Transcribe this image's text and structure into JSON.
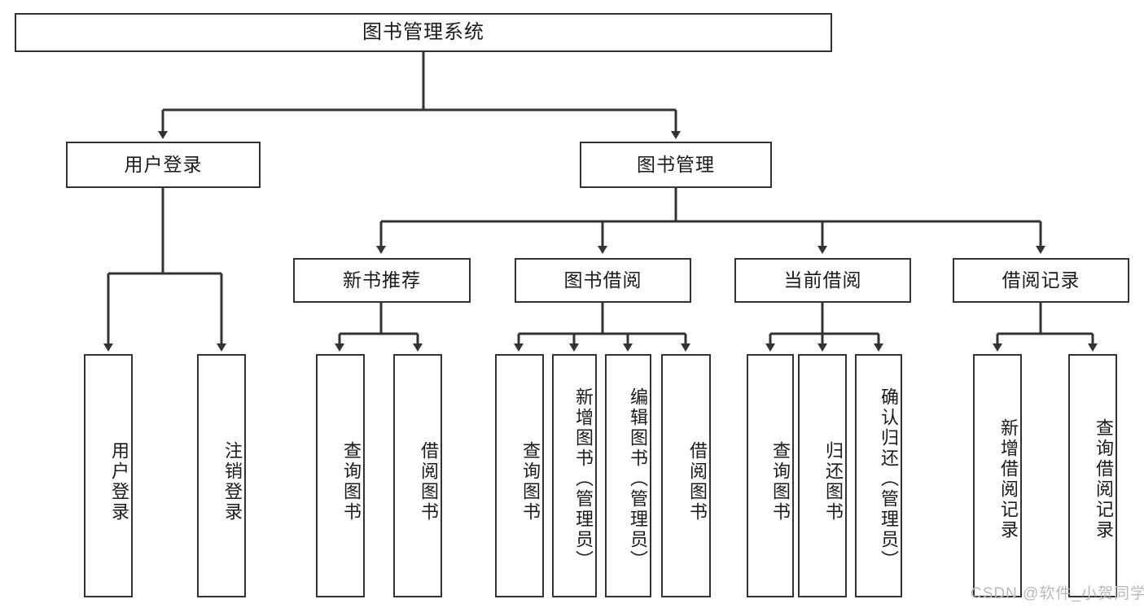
{
  "diagram": {
    "title": "图书管理系统",
    "type": "功能结构图",
    "levels": {
      "root": {
        "label": "图书管理系统"
      },
      "level2": [
        {
          "id": "user-login",
          "label": "用户登录"
        },
        {
          "id": "book-management",
          "label": "图书管理"
        }
      ],
      "level3": [
        {
          "id": "new-book-recommend",
          "label": "新书推荐",
          "parent": "book-management"
        },
        {
          "id": "book-borrow",
          "label": "图书借阅",
          "parent": "book-management"
        },
        {
          "id": "current-borrow",
          "label": "当前借阅",
          "parent": "book-management"
        },
        {
          "id": "borrow-record",
          "label": "借阅记录",
          "parent": "book-management"
        }
      ],
      "leaves": [
        {
          "id": "leaf-user-login",
          "label": "用户登录",
          "parent": "user-login"
        },
        {
          "id": "leaf-logout-login",
          "label": "注销登录",
          "parent": "user-login"
        },
        {
          "id": "leaf-query-book-1",
          "label": "查询图书",
          "parent": "new-book-recommend"
        },
        {
          "id": "leaf-borrow-book-1",
          "label": "借阅图书",
          "parent": "new-book-recommend"
        },
        {
          "id": "leaf-query-book-2",
          "label": "查询图书",
          "parent": "book-borrow"
        },
        {
          "id": "leaf-add-book",
          "label": "新增图书（管理员）",
          "parent": "book-borrow"
        },
        {
          "id": "leaf-edit-book",
          "label": "编辑图书（管理员）",
          "parent": "book-borrow"
        },
        {
          "id": "leaf-borrow-book-2",
          "label": "借阅图书",
          "parent": "book-borrow"
        },
        {
          "id": "leaf-query-book-3",
          "label": "查询图书",
          "parent": "current-borrow"
        },
        {
          "id": "leaf-return-book",
          "label": "归还图书",
          "parent": "current-borrow"
        },
        {
          "id": "leaf-confirm-return",
          "label": "确认归还（管理员）",
          "parent": "current-borrow"
        },
        {
          "id": "leaf-add-record",
          "label": "新增借阅记录",
          "parent": "borrow-record"
        },
        {
          "id": "leaf-query-record",
          "label": "查询借阅记录",
          "parent": "borrow-record"
        }
      ]
    },
    "colors": {
      "stroke": "#333333",
      "fill": "#ffffff",
      "text": "#1a1a1a",
      "watermark": "#b9b9b9"
    }
  },
  "watermark": {
    "text": "CSDN @软件_小贺同学"
  }
}
